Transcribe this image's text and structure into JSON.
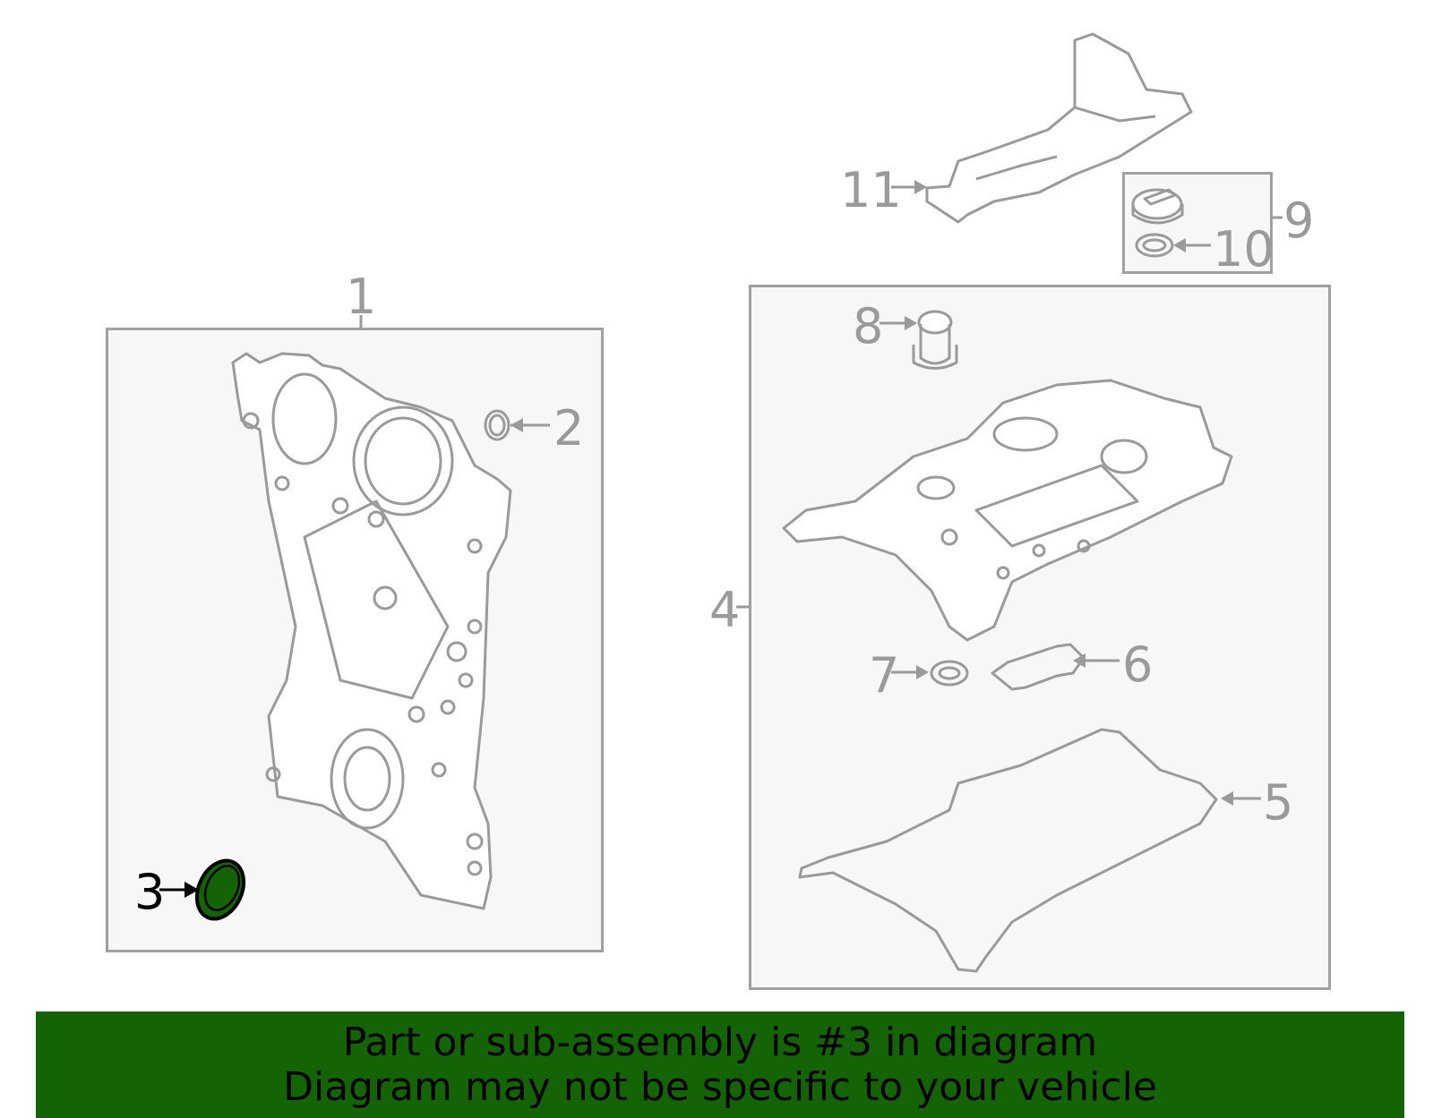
{
  "diagram": {
    "highlighted_part": "3",
    "colors": {
      "line": "#9a9a9a",
      "box_fill": "#f7f7f7",
      "highlight_fill": "#146405",
      "highlight_stroke": "#000000",
      "banner_bg": "#146405"
    },
    "callouts": [
      {
        "id": "1",
        "label": "1",
        "part": "timing-cover"
      },
      {
        "id": "2",
        "label": "2",
        "part": "o-ring"
      },
      {
        "id": "3",
        "label": "3",
        "part": "front-seal",
        "highlighted": true
      },
      {
        "id": "4",
        "label": "4",
        "part": "valve-cover-assembly"
      },
      {
        "id": "5",
        "label": "5",
        "part": "valve-cover-gasket"
      },
      {
        "id": "6",
        "label": "6",
        "part": "gasket"
      },
      {
        "id": "7",
        "label": "7",
        "part": "o-ring"
      },
      {
        "id": "8",
        "label": "8",
        "part": "fitting"
      },
      {
        "id": "9",
        "label": "9",
        "part": "oil-filler-cap-assembly"
      },
      {
        "id": "10",
        "label": "10",
        "part": "cap-seal"
      },
      {
        "id": "11",
        "label": "11",
        "part": "engine-cover"
      }
    ]
  },
  "banner": {
    "line1": "Part or sub-assembly is #3 in diagram",
    "line2": "Diagram may not be specific to your vehicle"
  }
}
